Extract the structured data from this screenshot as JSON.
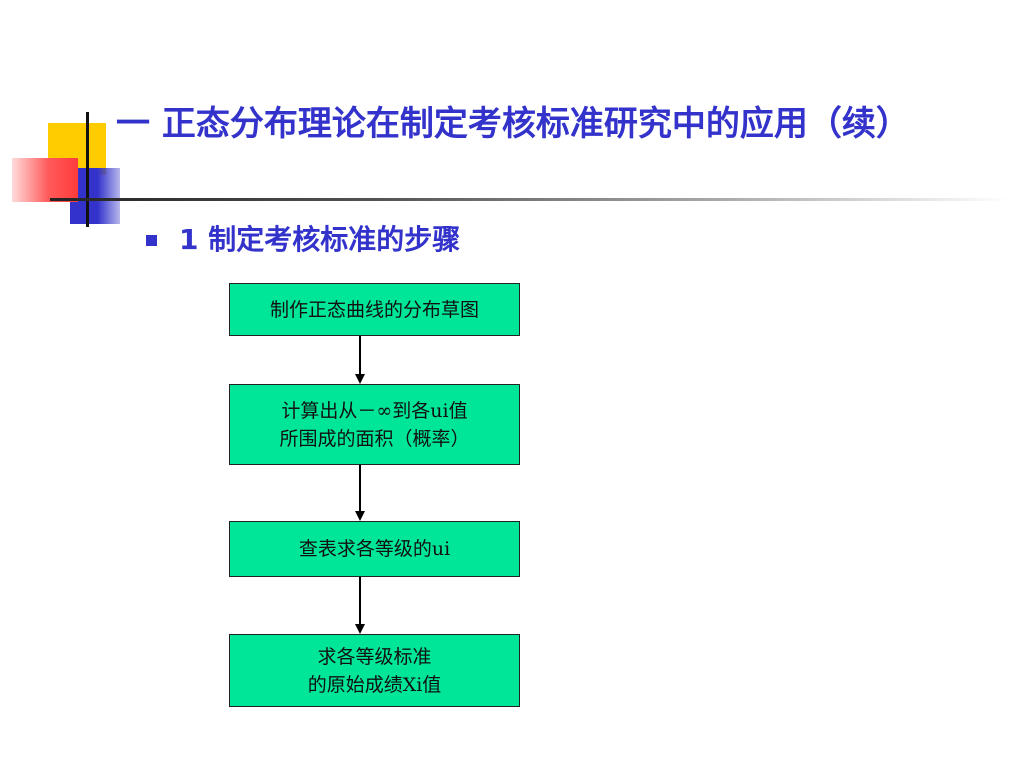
{
  "slide": {
    "title": "一  正态分布理论在制定考核标准研究中的应用（续）",
    "bullet": "1  制定考核标准的步骤"
  },
  "flowchart": {
    "steps": [
      {
        "lines": [
          "制作正态曲线的分布草图"
        ]
      },
      {
        "lines": [
          "计算出从－∞到各ui值",
          "所围成的面积（概率）"
        ]
      },
      {
        "lines": [
          "查表求各等级的ui"
        ]
      },
      {
        "lines": [
          "求各等级标准",
          "的原始成绩Xi值"
        ]
      }
    ]
  },
  "colors": {
    "title": "#3333cc",
    "box_fill": "#00e699",
    "accent_yellow": "#ffcc00",
    "accent_blue": "#3333cc",
    "accent_red": "#ff5a5a"
  }
}
